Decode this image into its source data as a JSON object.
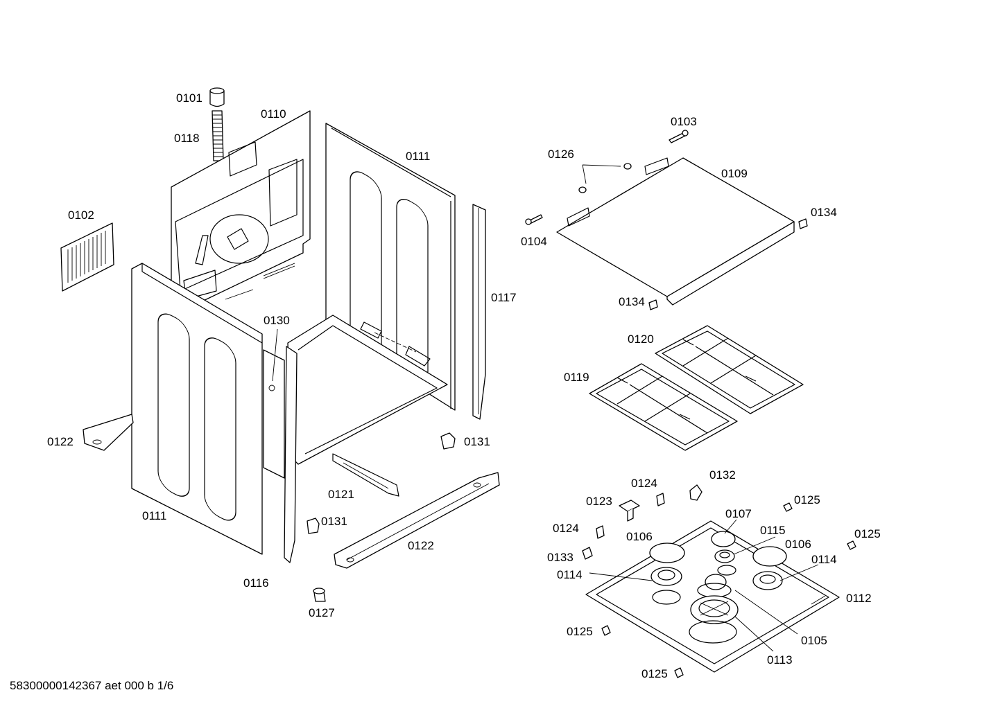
{
  "callouts": [
    {
      "id": "0101",
      "text": "0101"
    },
    {
      "id": "0118",
      "text": "0118"
    },
    {
      "id": "0110",
      "text": "0110"
    },
    {
      "id": "0111a",
      "text": "0111"
    },
    {
      "id": "0102",
      "text": "0102"
    },
    {
      "id": "0130",
      "text": "0130"
    },
    {
      "id": "0117",
      "text": "0117"
    },
    {
      "id": "0122a",
      "text": "0122"
    },
    {
      "id": "0131a",
      "text": "0131"
    },
    {
      "id": "0111b",
      "text": "0111"
    },
    {
      "id": "0121",
      "text": "0121"
    },
    {
      "id": "0131b",
      "text": "0131"
    },
    {
      "id": "0122b",
      "text": "0122"
    },
    {
      "id": "0116",
      "text": "0116"
    },
    {
      "id": "0127",
      "text": "0127"
    },
    {
      "id": "0103",
      "text": "0103"
    },
    {
      "id": "0126",
      "text": "0126"
    },
    {
      "id": "0109",
      "text": "0109"
    },
    {
      "id": "0134a",
      "text": "0134"
    },
    {
      "id": "0104",
      "text": "0104"
    },
    {
      "id": "0134b",
      "text": "0134"
    },
    {
      "id": "0120",
      "text": "0120"
    },
    {
      "id": "0119",
      "text": "0119"
    },
    {
      "id": "0124a",
      "text": "0124"
    },
    {
      "id": "0132",
      "text": "0132"
    },
    {
      "id": "0123",
      "text": "0123"
    },
    {
      "id": "0125a",
      "text": "0125"
    },
    {
      "id": "0107",
      "text": "0107"
    },
    {
      "id": "0124b",
      "text": "0124"
    },
    {
      "id": "0106a",
      "text": "0106"
    },
    {
      "id": "0115",
      "text": "0115"
    },
    {
      "id": "0106b",
      "text": "0106"
    },
    {
      "id": "0125b",
      "text": "0125"
    },
    {
      "id": "0133",
      "text": "0133"
    },
    {
      "id": "0114a",
      "text": "0114"
    },
    {
      "id": "0114b",
      "text": "0114"
    },
    {
      "id": "0112",
      "text": "0112"
    },
    {
      "id": "0125c",
      "text": "0125"
    },
    {
      "id": "0105",
      "text": "0105"
    },
    {
      "id": "0113",
      "text": "0113"
    },
    {
      "id": "0125d",
      "text": "0125"
    }
  ],
  "footer": {
    "document_number": "58300000142367 aet 000 b 1/6"
  }
}
